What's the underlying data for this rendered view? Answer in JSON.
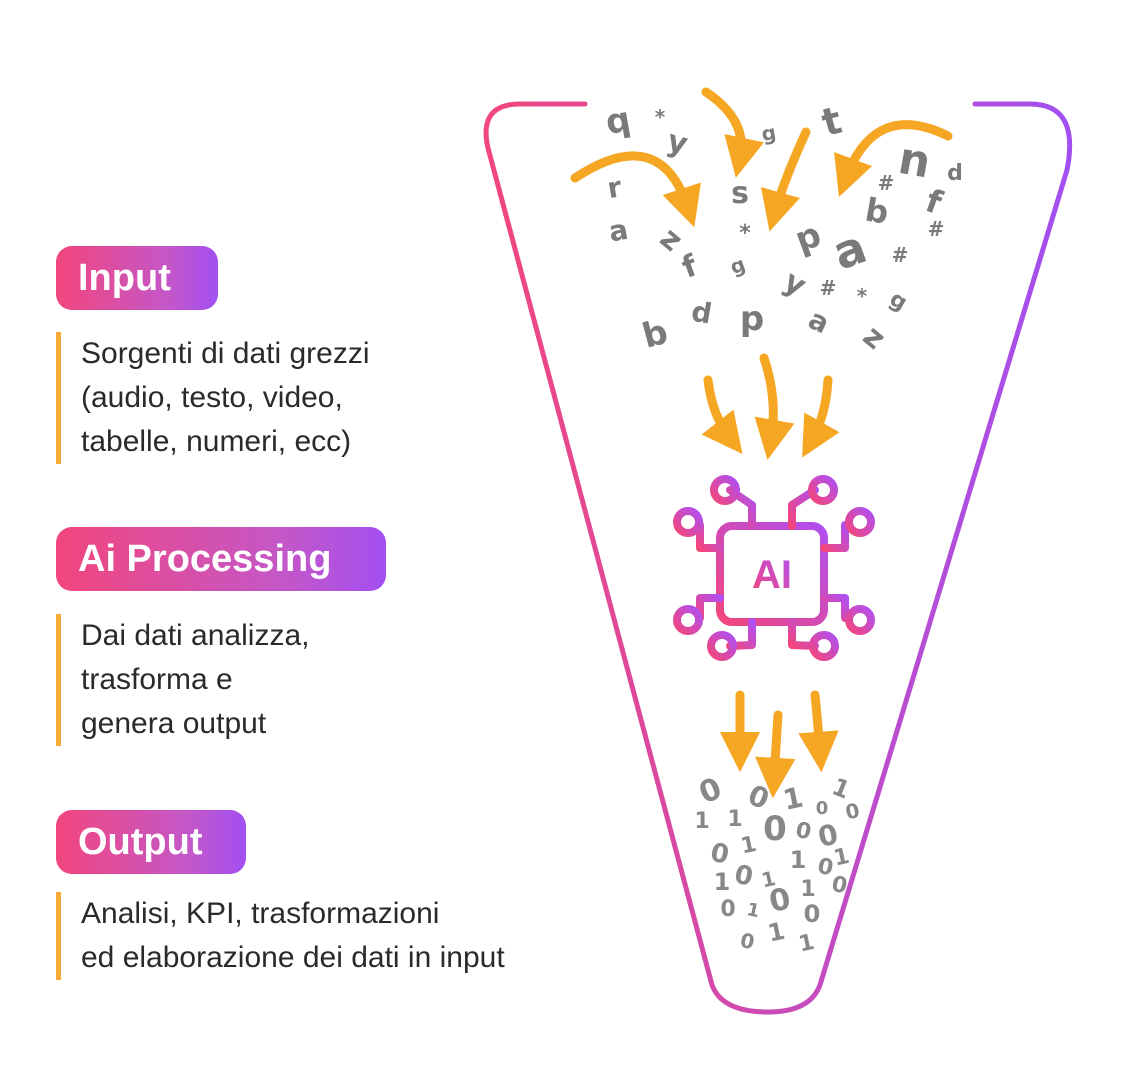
{
  "stages": [
    {
      "label": "Input",
      "lines": [
        "Sorgenti di dati grezzi",
        "(audio, testo, video,",
        "tabelle, numeri, ecc)"
      ]
    },
    {
      "label": "Ai Processing",
      "lines": [
        "Dai dati analizza,",
        "trasforma e",
        "genera output"
      ]
    },
    {
      "label": "Output",
      "lines": [
        "Analisi, KPI, trasformazioni",
        "ed elaborazione dei dati in input"
      ]
    }
  ],
  "chip_label": "AI",
  "colors": {
    "gradient_start": "#f2467d",
    "gradient_end": "#a24ff2",
    "arrow": "#f5a623",
    "accent_bar": "#f7aa34",
    "glyph": "#7a7a7a"
  },
  "raw_glyphs": [
    "q",
    "*",
    "y",
    "g",
    "t",
    "n",
    "d",
    "r",
    "s",
    "#",
    "f",
    "a",
    "z",
    "*",
    "p",
    "b",
    "#",
    "f",
    "g",
    "a",
    "#",
    "y",
    "#",
    "*",
    "g",
    "b",
    "d",
    "p",
    "a",
    "z"
  ],
  "binary_glyphs": [
    "0",
    "1",
    "0",
    "1",
    "0",
    "1",
    "0",
    "1",
    "0",
    "1",
    "0",
    "0",
    "0",
    "1",
    "0",
    "1",
    "1",
    "0",
    "1",
    "0",
    "1",
    "0",
    "1",
    "0",
    "1",
    "0",
    "0",
    "1"
  ],
  "icons": [
    "arrow-icon",
    "ai-chip-icon"
  ]
}
